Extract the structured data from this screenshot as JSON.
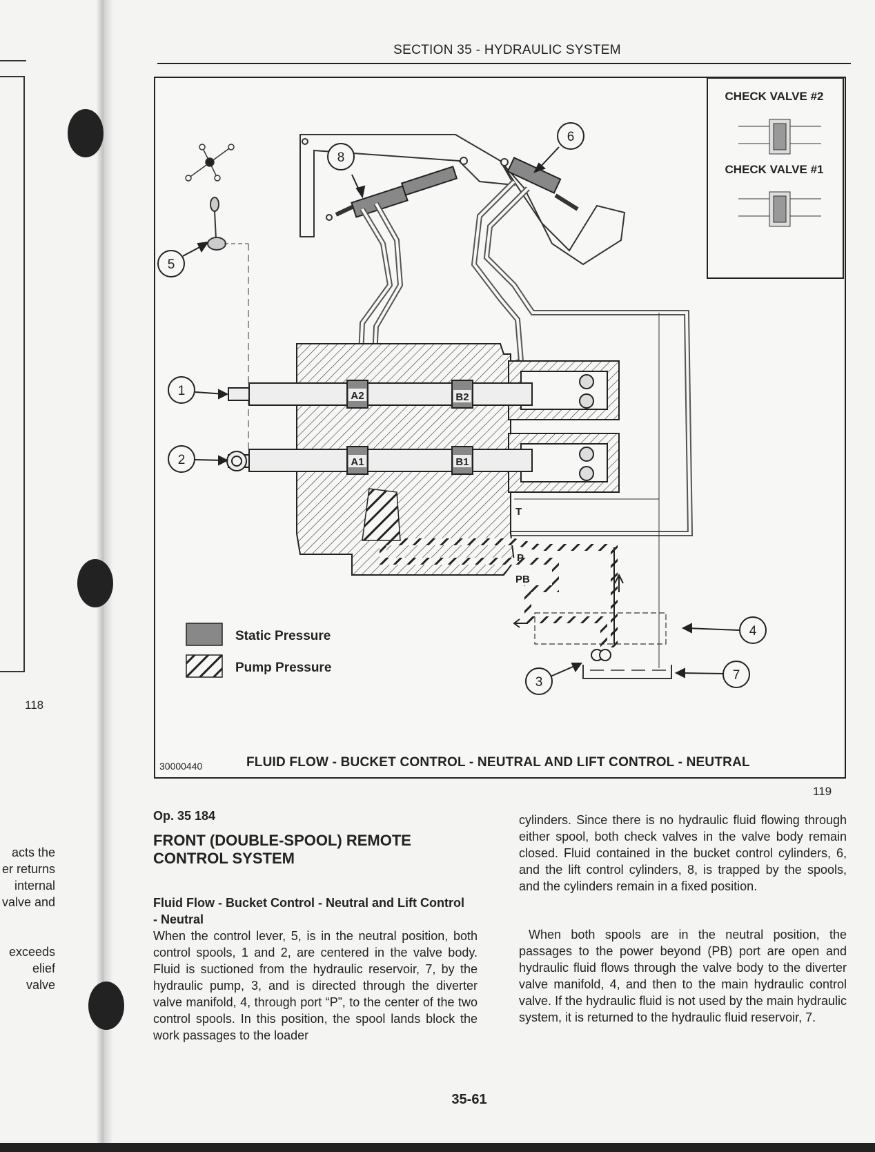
{
  "section_title": "SECTION 35 - HYDRAULIC SYSTEM",
  "previous_page": {
    "figure_number": "118",
    "text_lines": [
      "acts the",
      "er returns",
      "internal",
      "valve and",
      "exceeds",
      "elief valve"
    ]
  },
  "figure": {
    "id": "30000440",
    "caption": "FLUID FLOW - BUCKET CONTROL - NEUTRAL AND LIFT CONTROL - NEUTRAL",
    "number": "119",
    "check_valve_2": "CHECK VALVE #2",
    "check_valve_1": "CHECK VALVE #1",
    "legend": {
      "static": "Static Pressure",
      "pump": "Pump Pressure"
    },
    "callouts": [
      "1",
      "2",
      "3",
      "4",
      "5",
      "6",
      "7",
      "8"
    ],
    "port_labels": {
      "a2": "A2",
      "b2": "B2",
      "a1": "A1",
      "b1": "B1",
      "t": "T",
      "p": "P",
      "pb": "PB"
    }
  },
  "op_number": "Op. 35 184",
  "heading": "FRONT (DOUBLE-SPOOL) REMOTE CONTROL SYSTEM",
  "subheading": "Fluid Flow - Bucket Control - Neutral and Lift Control - Neutral",
  "paragraph_1": "When the control lever, 5, is in the neutral position, both control spools, 1 and 2, are centered in the valve body. Fluid is suctioned from the hydraulic reservoir, 7, by the hydraulic pump, 3, and is directed through the diverter valve manifold, 4, through port “P”, to the center of the two control spools. In this position, the spool lands block the work passages to the loader",
  "paragraph_2": "cylinders. Since there is no hydraulic fluid flowing through either spool, both check valves in the valve body remain closed. Fluid contained in the bucket control cylinders, 6, and the lift control cylinders, 8, is trapped by the spools, and the cylinders remain in a fixed position.",
  "paragraph_3": "When both spools are in the neutral position, the passages to the power beyond (PB) port are open and hydraulic fluid flows through the valve body to the diverter valve manifold, 4, and then to the main hydraulic control valve. If the hydraulic fluid is not used by the main hydraulic system, it is returned to the hydraulic fluid reservoir, 7.",
  "page_number": "35-61"
}
